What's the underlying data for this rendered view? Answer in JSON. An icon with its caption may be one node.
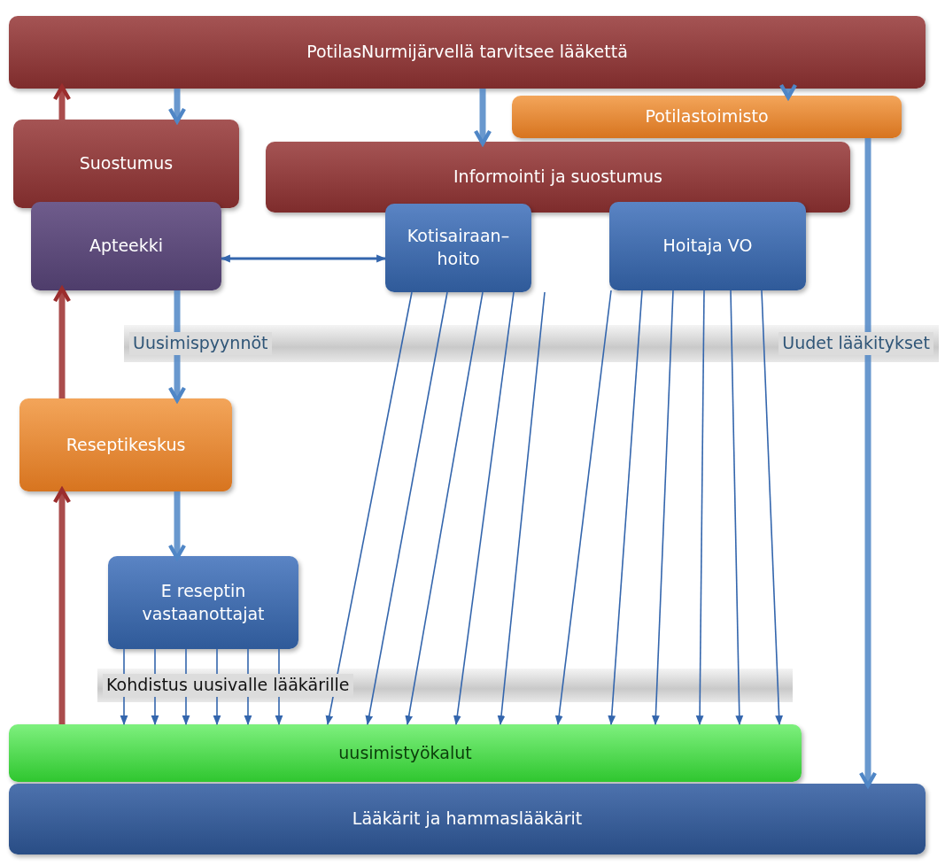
{
  "diagram": {
    "nodes": [
      {
        "text": [
          "PotilasNurmijärvellä tarvitsee lääkettä"
        ]
      },
      {
        "text": [
          "Potilastoimisto"
        ]
      },
      {
        "text": [
          "Suostumus"
        ]
      },
      {
        "text": [
          "Informointi ja suostumus"
        ]
      },
      {
        "text": [
          "Apteekki"
        ]
      },
      {
        "text": [
          "Kotisairaan– hoito"
        ]
      },
      {
        "text": [
          "Hoitaja VO"
        ]
      },
      {
        "text": [
          "Reseptikeskus"
        ]
      },
      {
        "text": [
          "E reseptin vastaanottajat"
        ]
      },
      {
        "text": [
          "uusimistyökalut"
        ]
      },
      {
        "text": [
          "Lääkärit ja hammaslääkärit"
        ]
      }
    ],
    "edges": [
      {
        "from": 2,
        "to": 0,
        "arrow": "to",
        "style": "thick",
        "color": "#9b2d2d"
      },
      {
        "from": 0,
        "to": 2,
        "arrow": "to",
        "style": "thick"
      },
      {
        "from": 0,
        "to": 3,
        "arrow": "to",
        "style": "thick"
      },
      {
        "from": 0,
        "to": 1,
        "arrow": "to",
        "style": "thick"
      },
      {
        "from": 1,
        "to": 10,
        "arrow": "to",
        "style": "thick"
      },
      {
        "from": 4,
        "to": 5,
        "arrow": "both"
      },
      {
        "from": 4,
        "to": 7,
        "arrow": "to",
        "style": "thick"
      },
      {
        "from": 7,
        "to": 4,
        "arrow": "to",
        "style": "thick",
        "color": "#9b2d2d"
      },
      {
        "from": 7,
        "to": 8,
        "arrow": "to",
        "style": "thick"
      },
      {
        "from": 9,
        "to": 7,
        "arrow": "to",
        "style": "thick",
        "color": "#9b2d2d"
      },
      {
        "from": 8,
        "to": 9,
        "arrow": "to"
      },
      {
        "from": 8,
        "to": 9,
        "arrow": "to"
      },
      {
        "from": 8,
        "to": 9,
        "arrow": "to"
      },
      {
        "from": 8,
        "to": 9,
        "arrow": "to"
      },
      {
        "from": 8,
        "to": 9,
        "arrow": "to"
      },
      {
        "from": 8,
        "to": 9,
        "arrow": "to"
      },
      {
        "from": 5,
        "to": 9,
        "arrow": "to"
      },
      {
        "from": 5,
        "to": 9,
        "arrow": "to"
      },
      {
        "from": 5,
        "to": 9,
        "arrow": "to"
      },
      {
        "from": 5,
        "to": 9,
        "arrow": "to"
      },
      {
        "from": 5,
        "to": 9,
        "arrow": "to"
      },
      {
        "from": 6,
        "to": 9,
        "arrow": "to"
      },
      {
        "from": 6,
        "to": 9,
        "arrow": "to"
      },
      {
        "from": 6,
        "to": 9,
        "arrow": "to"
      },
      {
        "from": 6,
        "to": 9,
        "arrow": "to"
      },
      {
        "from": 6,
        "to": 9,
        "arrow": "to"
      },
      {
        "from": 6,
        "to": 9,
        "arrow": "to"
      }
    ],
    "labels": [
      "Uusimispyynnöt",
      "Uudet lääkitykset",
      "Kohdistus uusivalle lääkärille"
    ]
  }
}
